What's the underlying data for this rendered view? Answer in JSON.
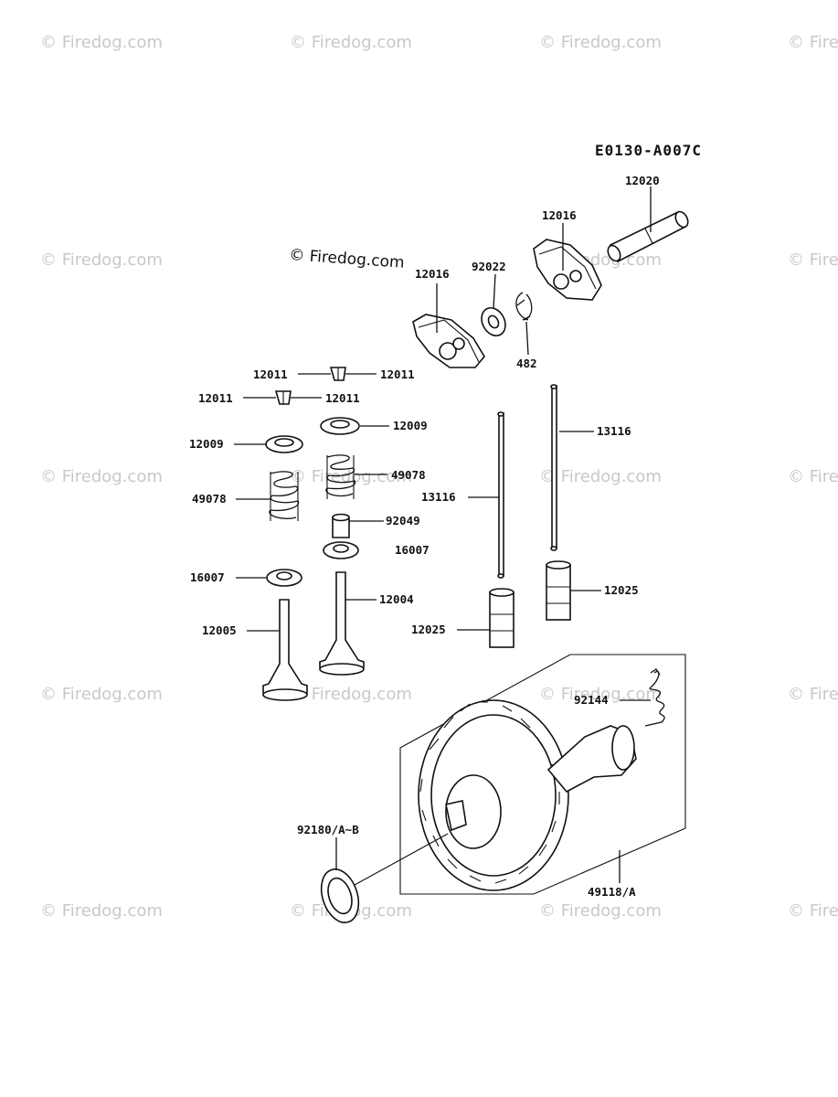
{
  "diagram_code": "E0130-A007C",
  "copyright_mark": "© Firedog.com",
  "watermark_text": "© Firedog.com",
  "labels": {
    "p12020": "12020",
    "p12016_right": "12016",
    "p12016_left": "12016",
    "p92022": "92022",
    "p482": "482",
    "p12011_a_left": "12011",
    "p12011_a_right": "12011",
    "p12011_b_left": "12011",
    "p12011_b_right": "12011",
    "p12009_right": "12009",
    "p12009_left": "12009",
    "p49078_right": "49078",
    "p49078_left": "49078",
    "p92049": "92049",
    "p16007_right": "16007",
    "p16007_left": "16007",
    "p12004": "12004",
    "p12005": "12005",
    "p13116_right": "13116",
    "p13116_left": "13116",
    "p12025_right": "12025",
    "p12025_left": "12025",
    "p92144": "92144",
    "p92180": "92180/A~B",
    "p49118": "49118/A"
  }
}
